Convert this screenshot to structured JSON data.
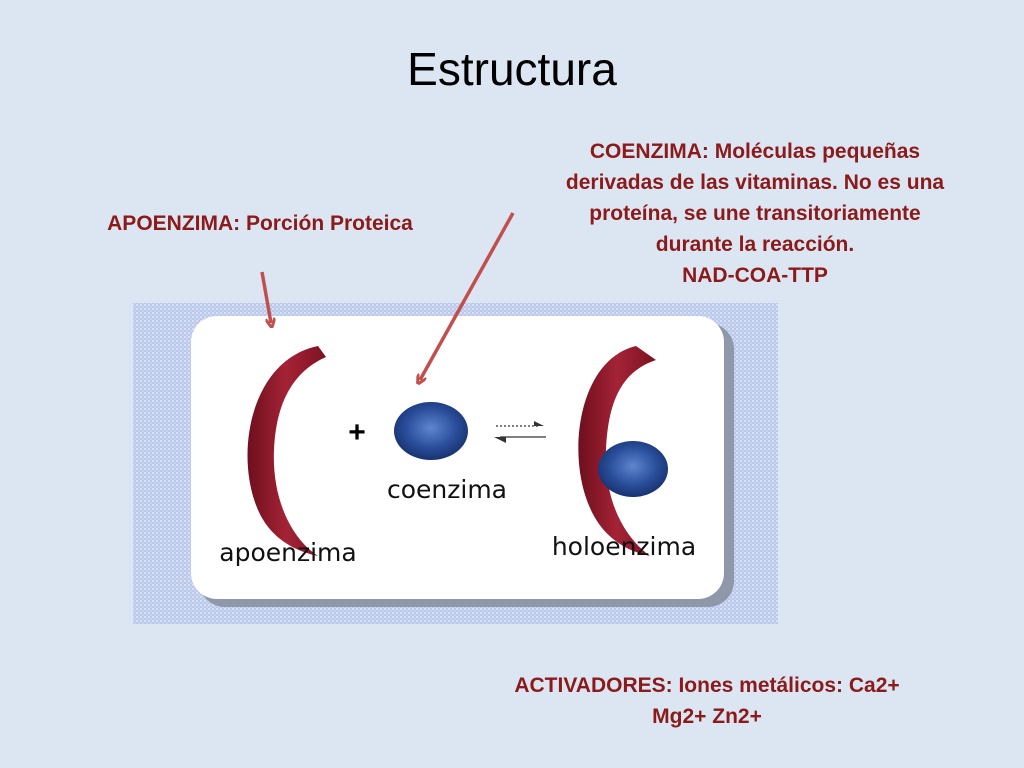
{
  "title": "Estructura",
  "annotations": {
    "apoenzima": "APOENZIMA: Porción Proteica",
    "coenzima": [
      "COENZIMA: Moléculas pequeñas",
      "derivadas de las vitaminas. No es una",
      "proteína, se une transitoriamente",
      "durante la reacción.",
      "NAD-COA-TTP"
    ],
    "activadores": [
      "ACTIVADORES: Iones metálicos: Ca2+",
      "Mg2+  Zn2+"
    ]
  },
  "diagram": {
    "plus": "+",
    "coenzima_label": "coenzima",
    "apoenzima_label": "apoenzima",
    "holoenzima_label": "holoenzima"
  },
  "colors": {
    "background": "#dce6f2",
    "label_text": "#8b1a1a",
    "arrow": "#c0504d",
    "protein": "#9b1c2e",
    "coenzyme": "#2c4f9e",
    "panel_pattern": "#c6d2ee"
  }
}
